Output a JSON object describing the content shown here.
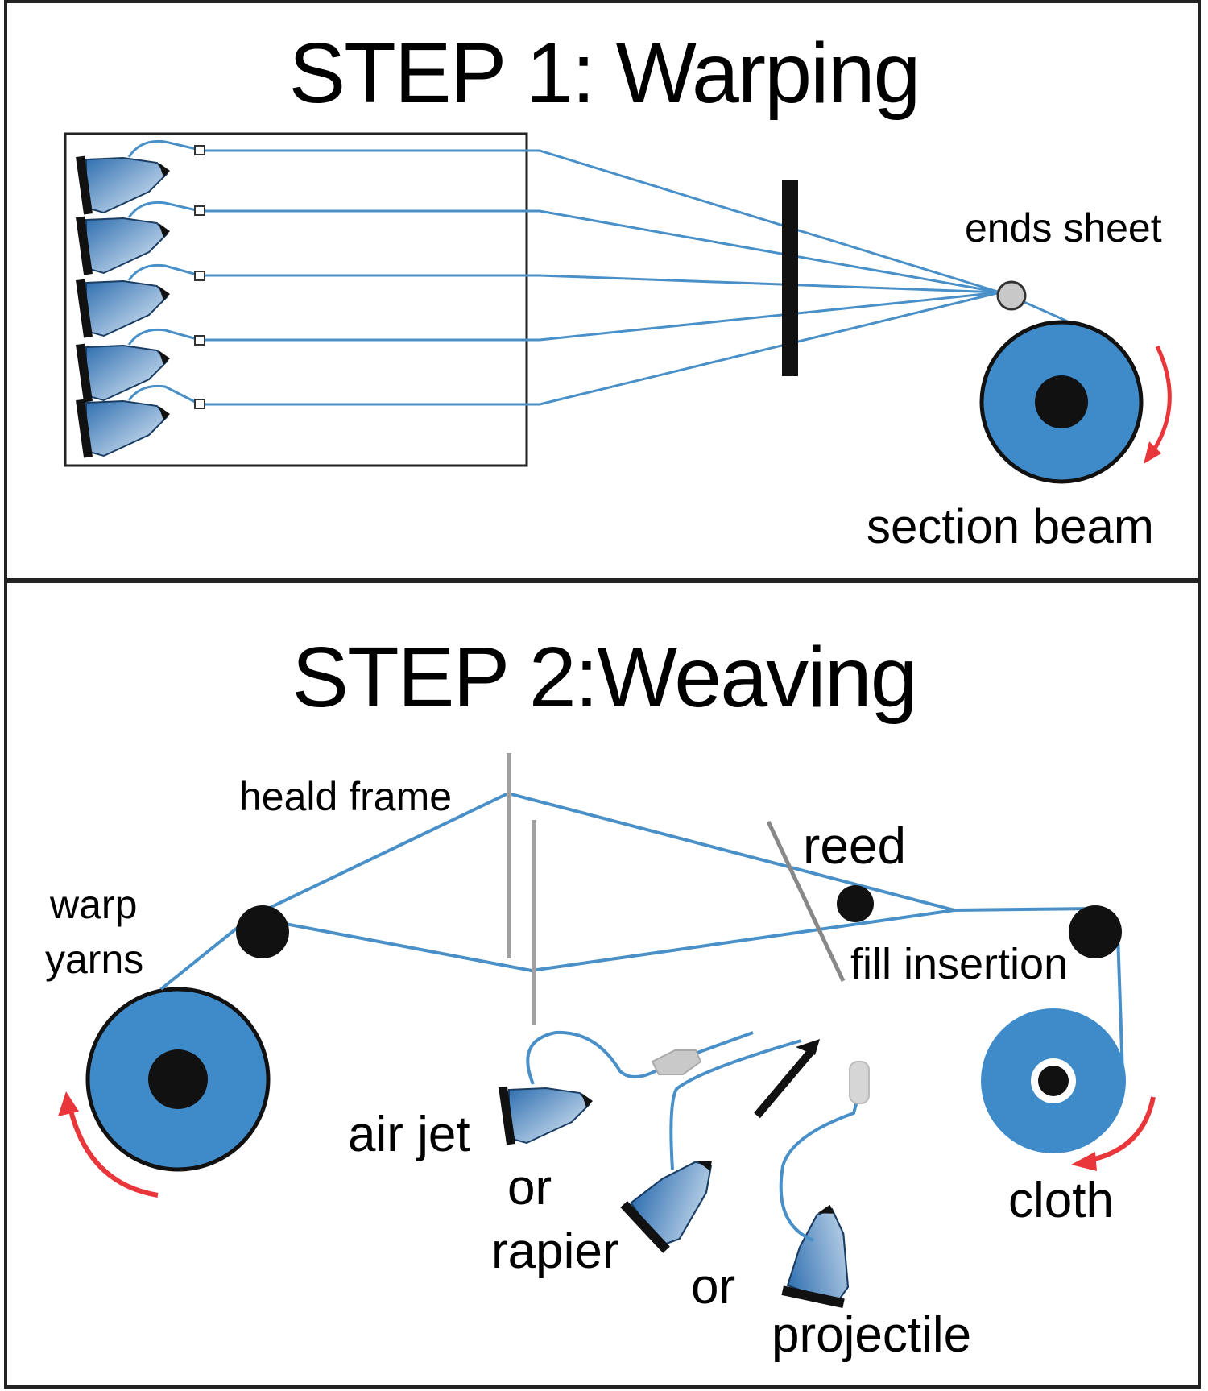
{
  "step1": {
    "title": "STEP 1: Warping",
    "labels": {
      "ends_sheet": "ends sheet",
      "section_beam": "section beam"
    }
  },
  "step2": {
    "title": "STEP 2:Weaving",
    "labels": {
      "heald_frame": "heald frame",
      "reed": "reed",
      "warp_line1": "warp",
      "warp_line2": "yarns",
      "fill_insertion": "fill insertion",
      "cloth": "cloth",
      "air_jet": "air jet",
      "or_1": "or",
      "rapier": "rapier",
      "or_2": "or",
      "projectile": "projectile"
    }
  },
  "colors": {
    "yarn": "#4a90c8",
    "beam": "#3f8bc9",
    "arrow": "#e8363a",
    "frame": "#222222",
    "heald": "#a0a0a0"
  }
}
